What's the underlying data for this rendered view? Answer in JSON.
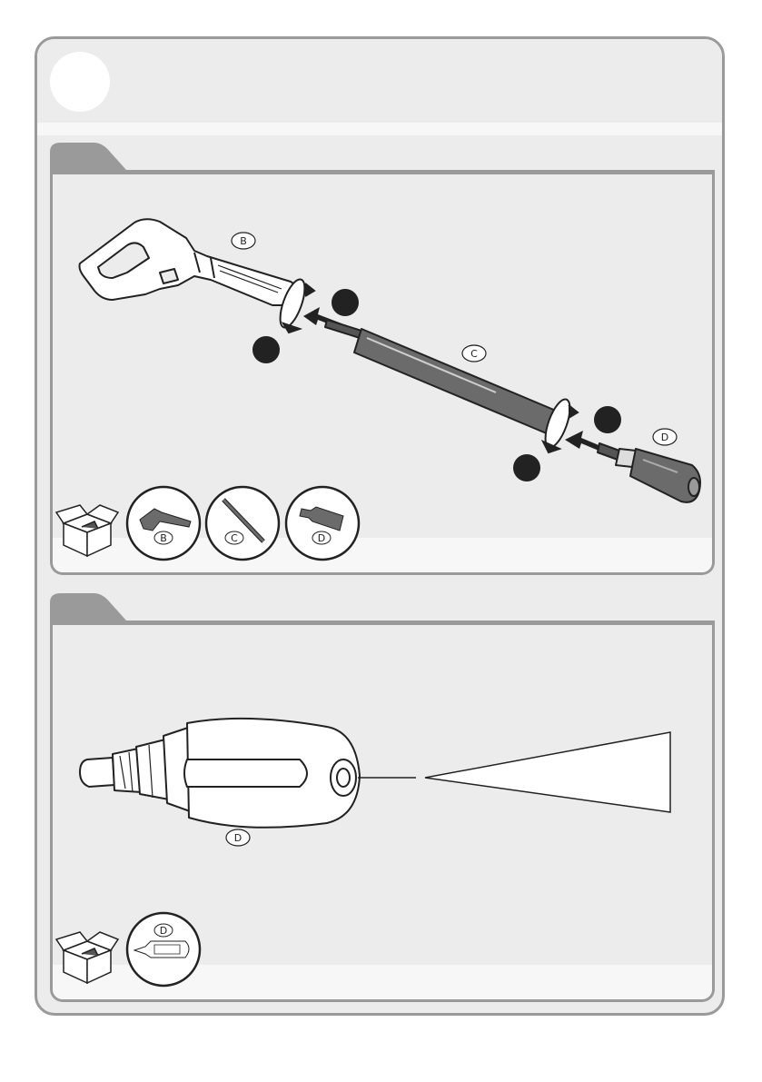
{
  "labels": {
    "gun": "B",
    "lance": "C",
    "nozzle": "D"
  },
  "colors": {
    "frame": "#9a9a9a",
    "panel_bg": "#ececec",
    "strip_bg": "#f7f7f7",
    "marker": "#222222"
  }
}
